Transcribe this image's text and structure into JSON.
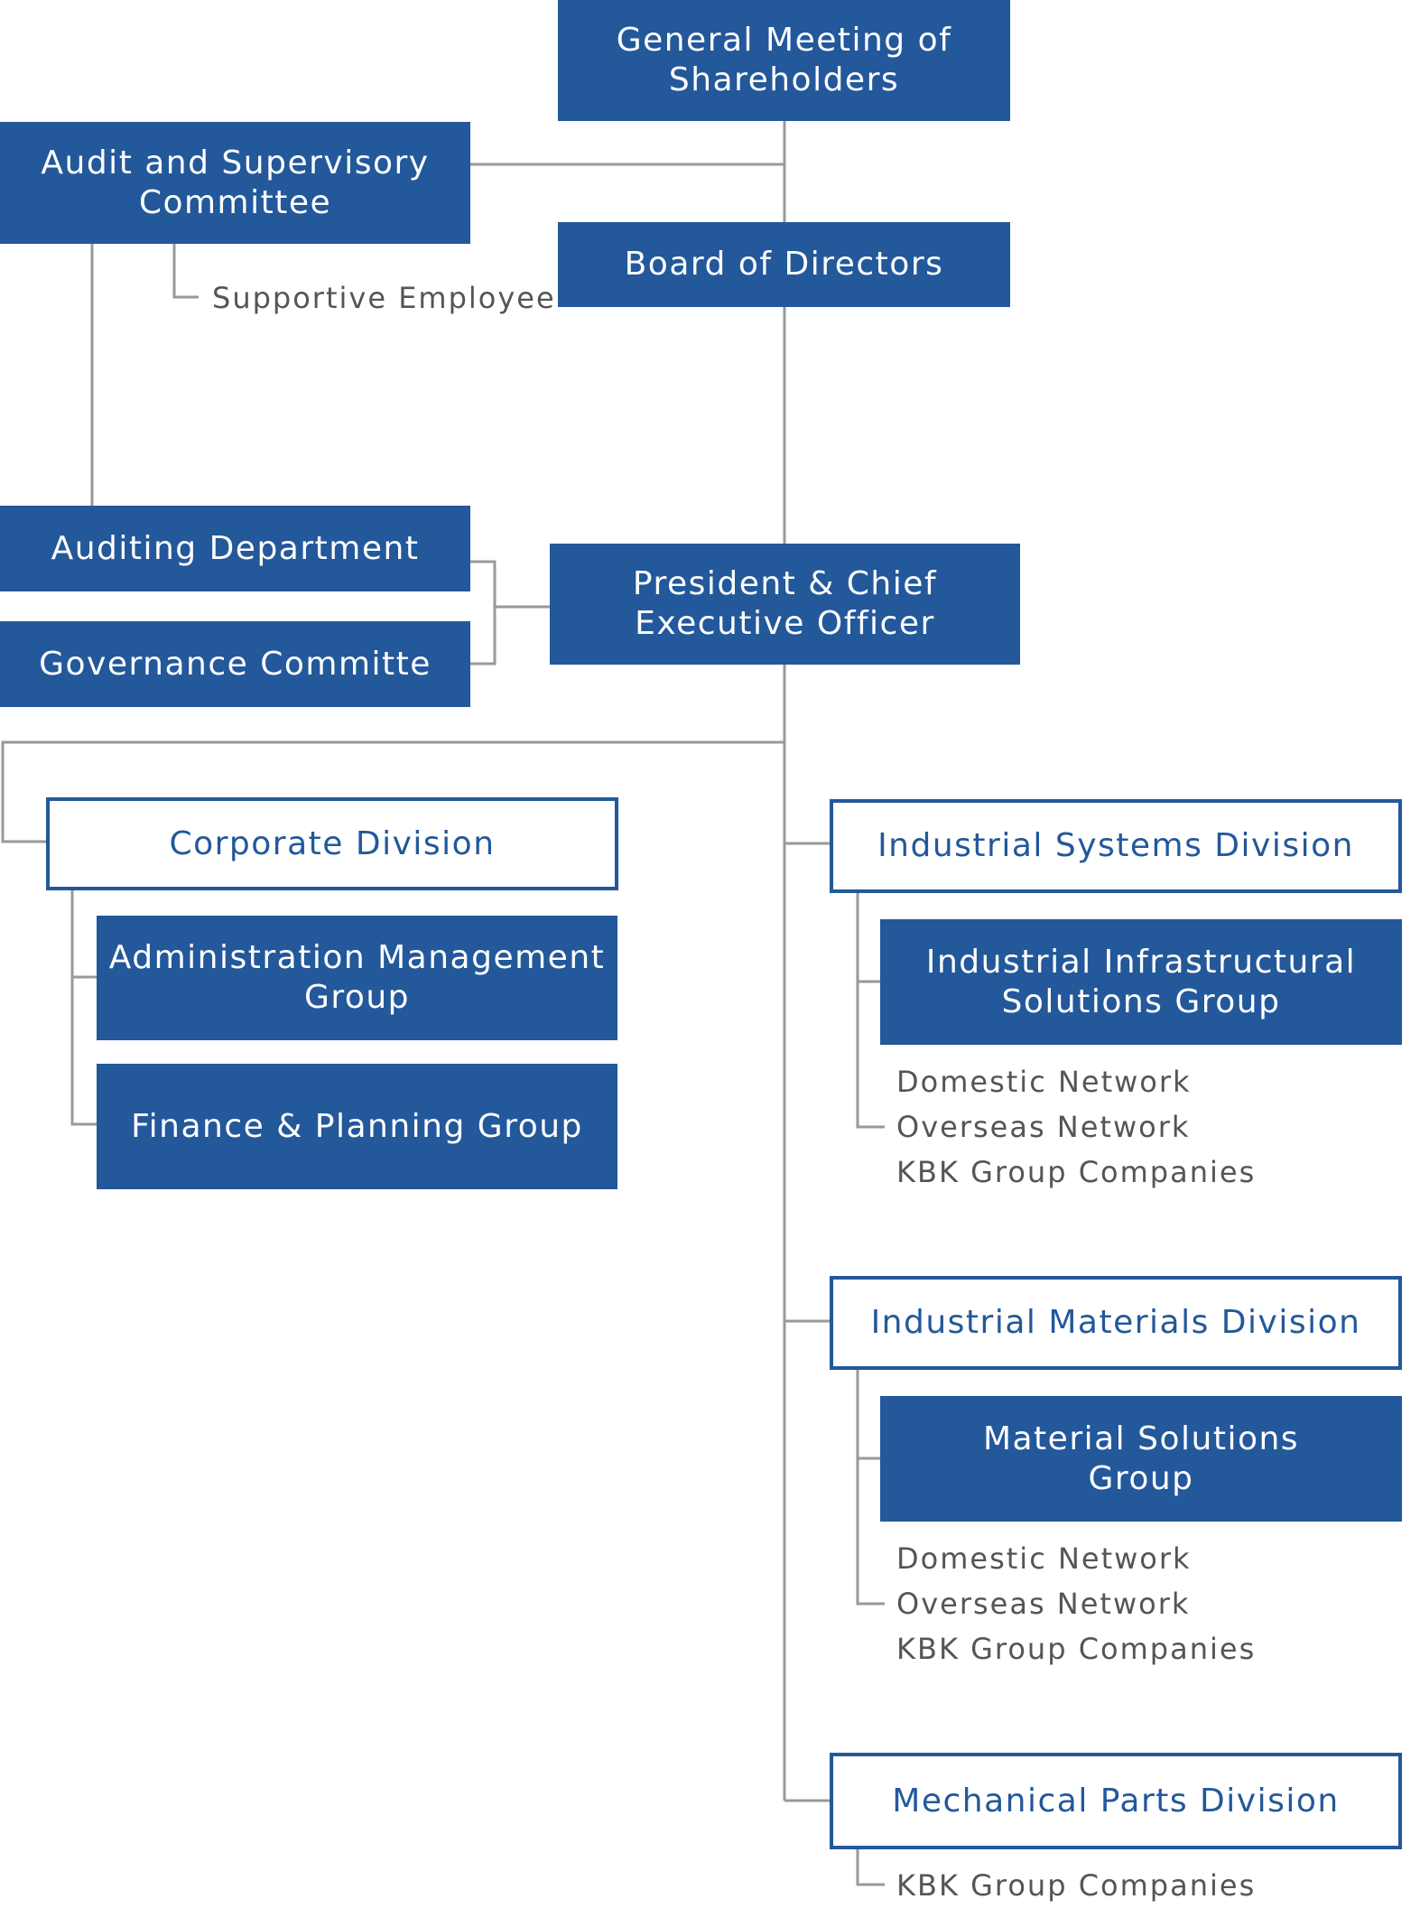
{
  "nodes": {
    "general_meeting": "General Meeting of\nShareholders",
    "audit_committee": "Audit and Supervisory\nCommittee",
    "supportive_employee": "Supportive Employee",
    "board": "Board of Directors",
    "auditing_dept": "Auditing Department",
    "governance": "Governance Committe",
    "president": "President & Chief\nExecutive Officer",
    "corporate": "Corporate Division",
    "admin_group": "Administration Management\nGroup",
    "finance_group": "Finance & Planning Group",
    "industrial_systems": "Industrial Systems Division",
    "infra_group": "Industrial Infrastructural\nSolutions Group",
    "materials_division": "Industrial Materials Division",
    "material_group": "Material Solutions\nGroup",
    "mechanical": "Mechanical Parts Division"
  },
  "sub_lists": {
    "systems": [
      "Domestic Network",
      "Overseas Network",
      "KBK Group Companies"
    ],
    "materials": [
      "Domestic Network",
      "Overseas Network",
      "KBK Group Companies"
    ],
    "mechanical": [
      "KBK Group Companies"
    ]
  },
  "colors": {
    "fill": "#23589b",
    "line": "#999999",
    "note_text": "#555555"
  }
}
